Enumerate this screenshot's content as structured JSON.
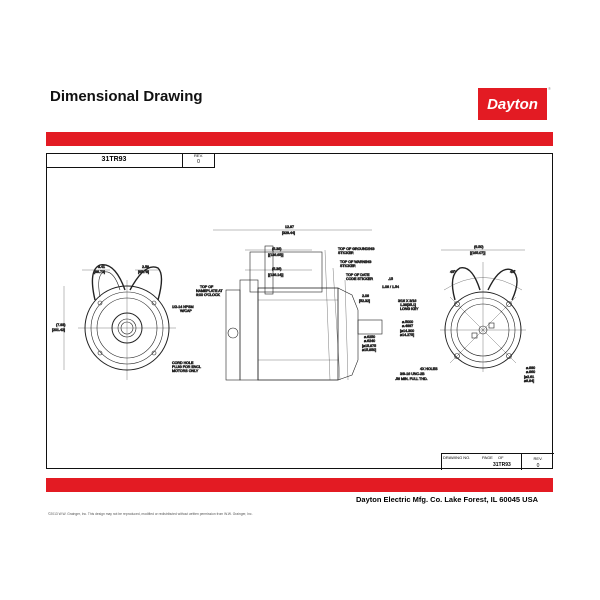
{
  "header": {
    "title": "Dimensional Drawing",
    "logo": "Dayton",
    "logo_mark": "®"
  },
  "drawing_header": {
    "number": "31TR93",
    "rev_label": "REV.",
    "rev_value": "0"
  },
  "title_block": {
    "drawing_no_label": "DRAWING NO.",
    "page_label": "PAGE",
    "of_label": "OF",
    "drawing_no": "31TR93",
    "rev_label": "REV.",
    "rev_value": "0"
  },
  "footer": {
    "company": "Dayton Electric Mfg. Co.  Lake Forest, IL  60045  USA",
    "copyright": "©2013 W.W. Grainger, Inc.   This design may not be reproduced, modified or redistributed without written permission from W.W. Grainger, Inc."
  },
  "dims": {
    "left_w1": "3.41",
    "left_w1_mm": "[86.73]",
    "left_w2": "2.58",
    "left_w2_mm": "[65.78]",
    "left_h": "(7.93)",
    "left_h_mm": "[201.42]",
    "cord_hole": [
      "CORD HOLE",
      "PLUG FOR ENCL",
      "MOTORS ONLY"
    ],
    "nameplate": [
      "TOP OF",
      "NAMEPLATE AT",
      "9:00 O'CLOCK"
    ],
    "npsm": [
      "1/2-14 NPSM",
      "W/CAP"
    ],
    "overall": "12.87",
    "overall_mm": "[329.44]",
    "d538": "(5.38)",
    "d538_mm": "[(136.65)]",
    "d536": "(5.36)",
    "d536_mm": "[(136.14)]",
    "grounding": [
      "TOP OF GROUNDING",
      "STICKER"
    ],
    "warning": [
      "TOP OF WARNING",
      "STICKER"
    ],
    "date": [
      "TOP OF DATE",
      "CODE STICKER"
    ],
    "d206": "2.06",
    "d206_mm": "[52.32]",
    "d15": ".15",
    "d15_frac": "1.06 / 1.54",
    "key": [
      "3/16 X 3/16",
      "1.38[35.1]",
      "LONG KEY"
    ],
    "shaft": [
      "⌀.6250",
      "⌀.6240",
      "[⌀15.875",
      "⌀15.850]"
    ],
    "pilot": [
      "⌀.5000",
      "⌀.4997",
      "[⌀14.300",
      "⌀14.275]"
    ],
    "holes": [
      "4X HOLES",
      "3/8-16 UNC-2B",
      ".56 MIN. FULL THD."
    ],
    "right_w": "(6.50)",
    "right_w_mm": "[(165.07)]",
    "angle": "45°",
    "bc": [
      "⌀.890",
      "⌀.860",
      "[⌀2.61",
      "⌀8.84]"
    ]
  }
}
